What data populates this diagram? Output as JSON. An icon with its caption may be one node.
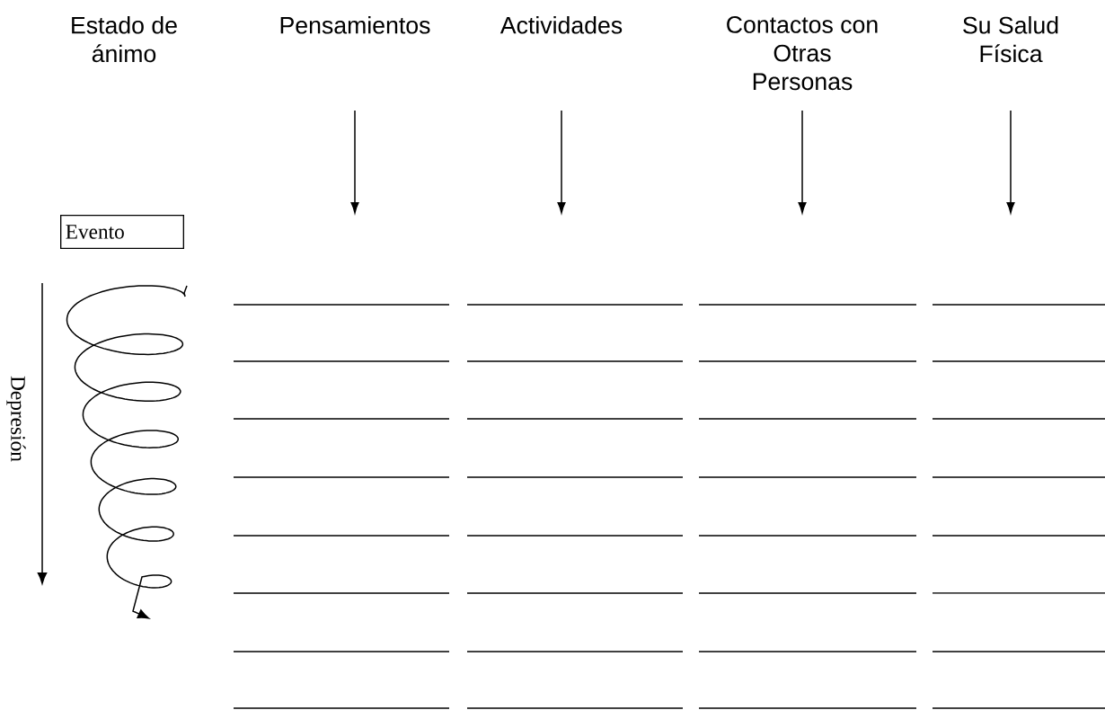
{
  "diagram": {
    "nodes": [
      {
        "text": [
          "Estado de ánimo"
        ]
      },
      {
        "text": [
          "Pensamientos"
        ]
      },
      {
        "text": [
          "Actividades"
        ]
      },
      {
        "text": [
          "Contactos con Otras Personas"
        ]
      },
      {
        "text": [
          "Su Salud Física"
        ]
      },
      {
        "text": [
          "Evento"
        ]
      }
    ],
    "labels": [
      "Depresión"
    ]
  }
}
